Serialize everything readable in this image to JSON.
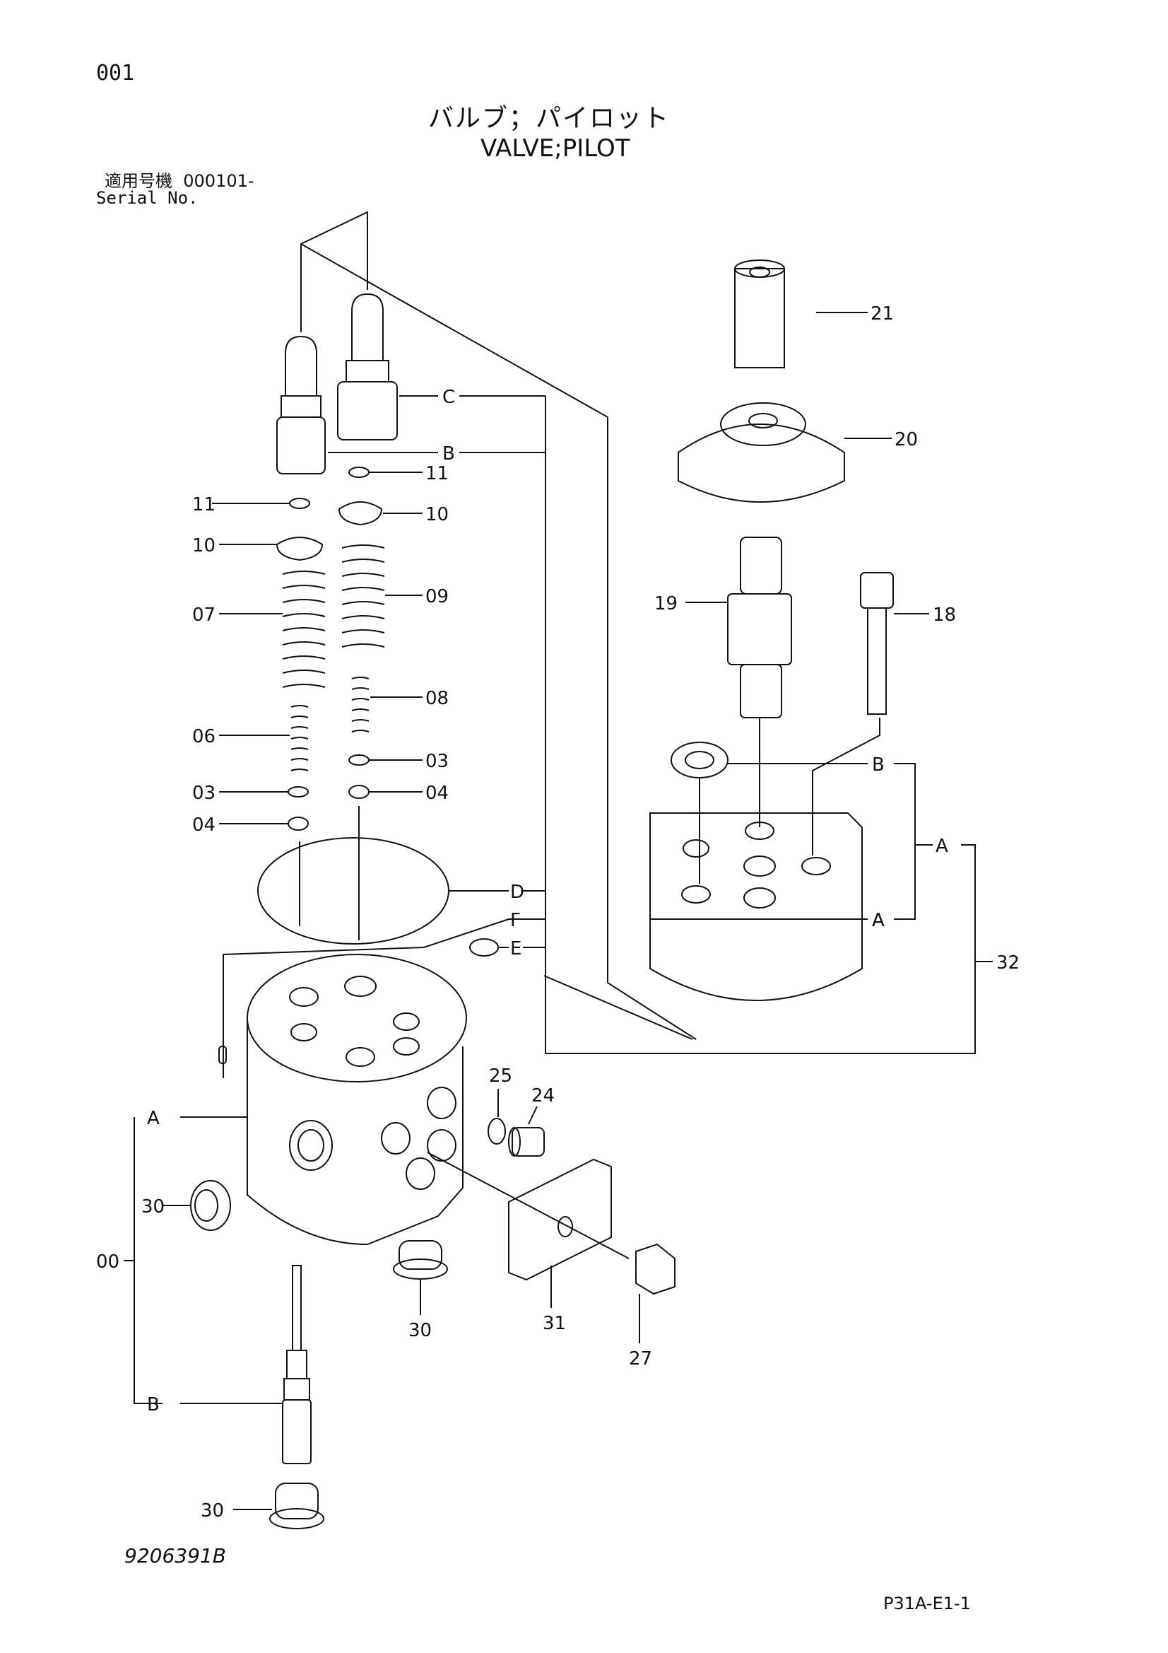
{
  "header": {
    "page_number": "001",
    "title_jp": "バルブ；パイロット",
    "title_en": "VALVE;PILOT",
    "serial_label_jp": "適用号機",
    "serial_value": "000101-",
    "serial_label_en": "Serial No."
  },
  "footer": {
    "drawing_number": "9206391B",
    "sheet_reference": "P31A-E1-1"
  },
  "callouts": {
    "p21": "21",
    "p20": "20",
    "p19": "19",
    "p18": "18",
    "pC": "C",
    "pB_top": "B",
    "p11_r": "11",
    "p11_l": "11",
    "p10_r": "10",
    "p10_l": "10",
    "p07": "07",
    "p09": "09",
    "p08": "08",
    "p06": "06",
    "p03_r": "03",
    "p03_l": "03",
    "p04_r": "04",
    "p04_l": "04",
    "pD": "D",
    "pF": "F",
    "pE": "E",
    "pB_right": "B",
    "pA_right1": "A",
    "pA_right2": "A",
    "pA_group": "A",
    "p32": "32",
    "p25": "25",
    "p24": "24",
    "pA_left": "A",
    "p30_left": "30",
    "p00": "00",
    "p30_bottom": "30",
    "p31": "31",
    "p27": "27",
    "pB_left": "B",
    "p30_base": "30"
  }
}
